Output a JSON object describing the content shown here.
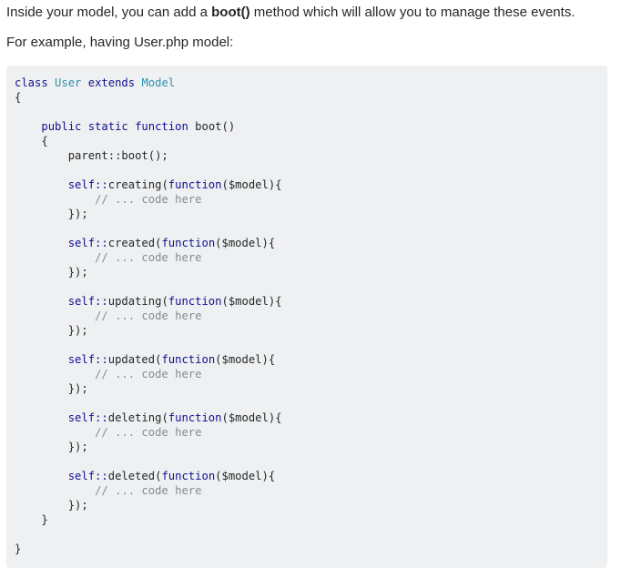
{
  "intro": {
    "before": "Inside your model, you can add a ",
    "method": "boot()",
    "after": " method which will allow you to manage these events."
  },
  "example_line": "For example, having User.php model:",
  "code": {
    "class_kw": "class",
    "class_name": "User",
    "extends_kw": "extends",
    "parent_class": "Model",
    "open_brace": "{",
    "close_brace": "}",
    "method_modifiers": "public static function",
    "method_name": "boot()",
    "parent_call": "parent::boot();",
    "self_prefix": "self::",
    "function_kw": "function",
    "param_tail": "($model){",
    "comment": "// ... code here",
    "closer": "});",
    "events": [
      "creating",
      "created",
      "updating",
      "updated",
      "deleting",
      "deleted"
    ]
  },
  "colors": {
    "keyword": "#101094",
    "type": "#2b91af",
    "comment": "#858c93",
    "code_background": "#eff0f1",
    "text": "#242729"
  }
}
